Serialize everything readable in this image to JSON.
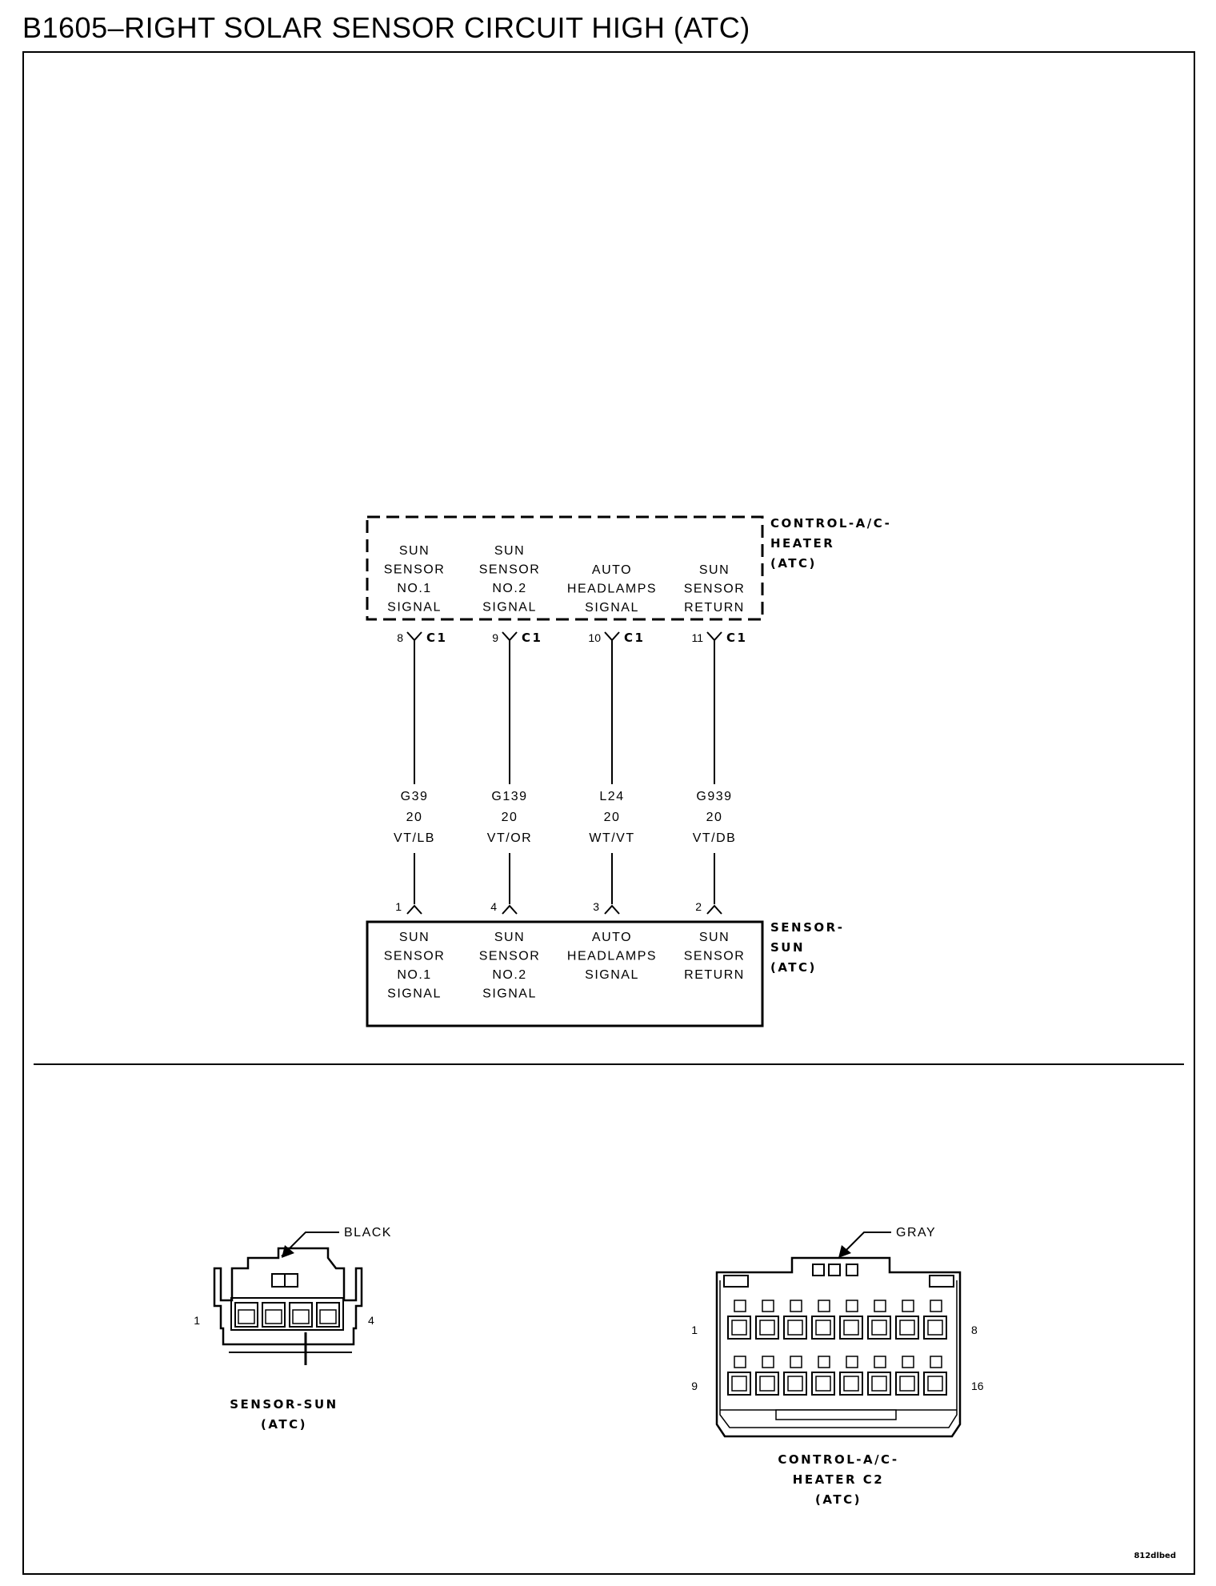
{
  "title": "B1605–RIGHT SOLAR SENSOR CIRCUIT HIGH (ATC)",
  "control_module": {
    "name_lines": [
      "CONTROL-A/C-",
      "HEATER",
      "(ATC)"
    ],
    "connector": "C1",
    "functions": [
      {
        "lines": [
          "SUN",
          "SENSOR",
          "NO.1",
          "SIGNAL"
        ],
        "pin": "8"
      },
      {
        "lines": [
          "SUN",
          "SENSOR",
          "NO.2",
          "SIGNAL"
        ],
        "pin": "9"
      },
      {
        "lines": [
          "AUTO",
          "HEADLAMPS",
          "SIGNAL"
        ],
        "pin": "10"
      },
      {
        "lines": [
          "SUN",
          "SENSOR",
          "RETURN"
        ],
        "pin": "11"
      }
    ]
  },
  "wires": [
    {
      "circuit": "G39",
      "gauge": "20",
      "color": "VT/LB"
    },
    {
      "circuit": "G139",
      "gauge": "20",
      "color": "VT/OR"
    },
    {
      "circuit": "L24",
      "gauge": "20",
      "color": "WT/VT"
    },
    {
      "circuit": "G939",
      "gauge": "20",
      "color": "VT/DB"
    }
  ],
  "sensor": {
    "name_lines": [
      "SENSOR-",
      "SUN",
      "(ATC)"
    ],
    "functions": [
      {
        "lines": [
          "SUN",
          "SENSOR",
          "NO.1",
          "SIGNAL"
        ],
        "pin": "1"
      },
      {
        "lines": [
          "SUN",
          "SENSOR",
          "NO.2",
          "SIGNAL"
        ],
        "pin": "4"
      },
      {
        "lines": [
          "AUTO",
          "HEADLAMPS",
          "SIGNAL"
        ],
        "pin": "3"
      },
      {
        "lines": [
          "SUN",
          "SENSOR",
          "RETURN"
        ],
        "pin": "2"
      }
    ]
  },
  "connector_views": {
    "sensor_sun": {
      "color_label": "BLACK",
      "pin_first": "1",
      "pin_last": "4",
      "caption_lines": [
        "SENSOR-SUN",
        "(ATC)"
      ]
    },
    "control_c2": {
      "color_label": "GRAY",
      "pin_labels": [
        "1",
        "8",
        "9",
        "16"
      ],
      "caption_lines": [
        "CONTROL-A/C-",
        "HEATER C2",
        "(ATC)"
      ]
    }
  },
  "figure_code": "812dlbed"
}
